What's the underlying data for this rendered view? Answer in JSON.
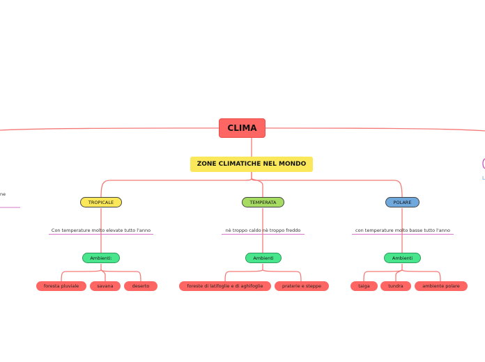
{
  "root": {
    "label": "CLIMA"
  },
  "subtopic": {
    "label": "ZONE CLIMATICHE NEL MONDO"
  },
  "zones": [
    {
      "label": "TROPICALE",
      "color": "#fbe85a",
      "description": "Con temperature molto elevate tutto l'anno",
      "ambienti_label": "Ambienti:",
      "leaves": [
        "foresta pluviale",
        "savana",
        "deserto"
      ]
    },
    {
      "label": "TEMPERATA",
      "color": "#a6dc62",
      "description": "nè troppo caldo nè troppo freddo",
      "ambienti_label": "Ambienti",
      "leaves": [
        "foreste di latifoglie e di aghifoglie",
        "praterie e steppe"
      ]
    },
    {
      "label": "POLARE",
      "color": "#6fa8dc",
      "description": "con temperature molto basse tutto l'anno",
      "ambienti_label": "Ambienti",
      "leaves": [
        "taiga",
        "tundra",
        "ambiente polare"
      ]
    }
  ],
  "left_fragment": "ne",
  "right_fragment": "L",
  "colors": {
    "connector": "#f47a77",
    "root": "#fd6663",
    "leaf": "#fd6663",
    "ambienti": "#49e58c",
    "underline": "#d877c8"
  }
}
